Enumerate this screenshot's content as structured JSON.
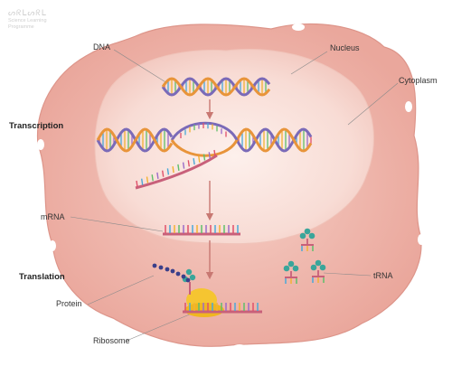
{
  "logo": {
    "mark": "ᔕᖇᒪᔕᖇᒪ",
    "line1": "Science Learning",
    "line2": "Programme"
  },
  "sections": {
    "transcription": "Transcription",
    "translation": "Translation"
  },
  "labels": {
    "dna": "DNA",
    "nucleus": "Nucleus",
    "cytoplasm": "Cytoplasm",
    "mrna": "mRNA",
    "protein": "Protein",
    "ribosome": "Ribosome",
    "trna": "tRNA"
  },
  "colors": {
    "cell_membrane": "#e8a49a",
    "cytoplasm": "#f0bab0",
    "nucleus": "#f8d8d2",
    "dna_strand_purple": "#7a6ab8",
    "dna_strand_orange": "#e8943a",
    "mrna_backbone": "#c8607a",
    "ribosome": "#f5c531",
    "trna_head": "#3aa59a",
    "protein_chain": "#3a3f8a",
    "arrow": "#c87872"
  }
}
